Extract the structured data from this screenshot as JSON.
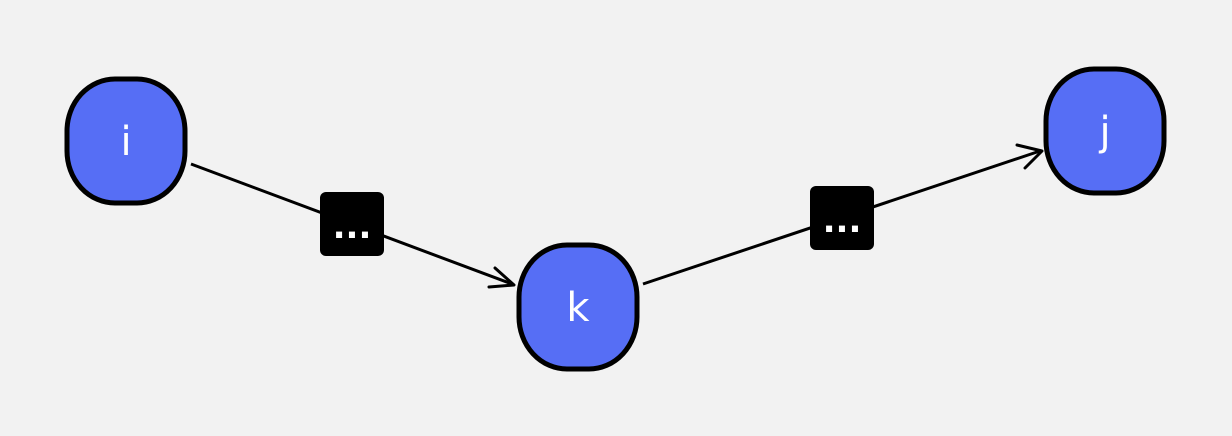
{
  "colors": {
    "background": "#f2f2f2",
    "node_fill": "#566ef5",
    "node_stroke": "#000000",
    "node_text": "#ffffff",
    "edge": "#000000",
    "label_box": "#000000",
    "label_text": "#ffffff"
  },
  "nodes": [
    {
      "id": "i",
      "label": "i"
    },
    {
      "id": "k",
      "label": "k"
    },
    {
      "id": "j",
      "label": "j"
    }
  ],
  "edges": [
    {
      "from": "i",
      "to": "k",
      "label": "..."
    },
    {
      "from": "k",
      "to": "j",
      "label": "..."
    }
  ]
}
